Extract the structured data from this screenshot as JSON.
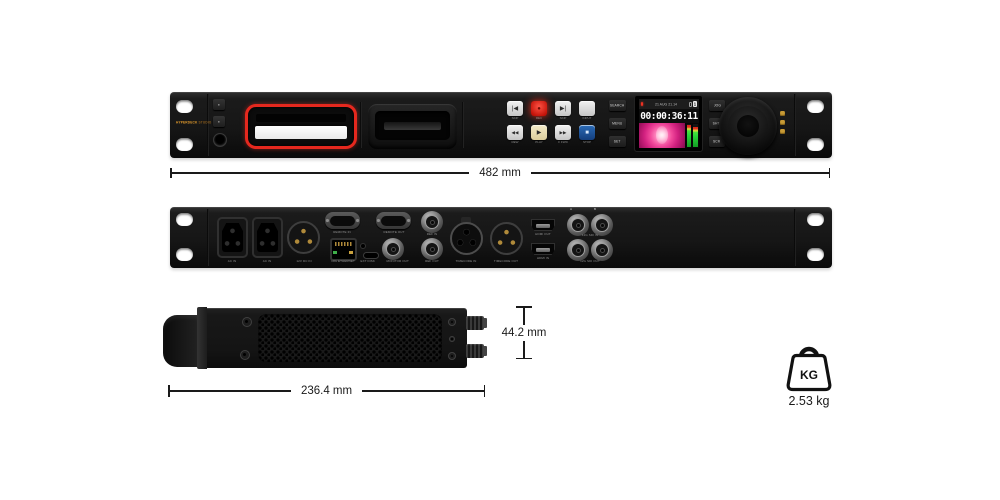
{
  "front": {
    "brand_1": "HYPERDECK",
    "brand_2": "STUDIO",
    "transport": [
      {
        "label": "SKIP",
        "glyph": "|◀"
      },
      {
        "label": "REC",
        "glyph": "●"
      },
      {
        "label": "SKIP",
        "glyph": "▶|"
      },
      {
        "label": "INPUT",
        "glyph": ""
      },
      {
        "label": "REW",
        "glyph": "◀◀"
      },
      {
        "label": "PLAY",
        "glyph": "▶"
      },
      {
        "label": "F FWD",
        "glyph": "▶▶"
      },
      {
        "label": "STOP",
        "glyph": "■"
      }
    ],
    "menu_buttons": [
      {
        "label": "SEARCH"
      },
      {
        "label": "MENU"
      },
      {
        "label": "SET"
      }
    ],
    "wheel_buttons": [
      {
        "label": "JOG"
      },
      {
        "label": "SHTL"
      },
      {
        "label": "SCR"
      }
    ],
    "lcd": {
      "status_text": "21 AUG 21.14",
      "card_badge": "1",
      "timecode": "00:00:36:11"
    }
  },
  "rear": {
    "labels": {
      "ac1": "AC IN",
      "ac2": "AC IN",
      "dc": "12V DC IN",
      "remote_in": "REMOTE IN",
      "ethernet": "10G ETHERNET",
      "usb": "EXT DISK",
      "remote_out": "REMOTE OUT",
      "monitor_out": "MONITOR OUT",
      "ref_in": "REF IN",
      "ref_out": "REF OUT",
      "tc_in": "TIMECODE IN",
      "tc_out": "TIMECODE OUT",
      "hdmi_out": "HDMI OUT",
      "hdmi_in": "HDMI IN",
      "sdi_in": "12G SDI IN",
      "sdi_out": "12G SDI OUT",
      "mark_a": "A",
      "mark_b": "B"
    }
  },
  "dimensions": {
    "width": "482 mm",
    "depth": "236.4 mm",
    "height": "44.2 mm"
  },
  "weight": {
    "unit_label": "KG",
    "value": "2.53 kg"
  },
  "colors": {
    "slot_ring_red": "#e6281e",
    "rec_red": "#d61c10",
    "play_cream": "#efe3bd",
    "stop_blue": "#1c4f97",
    "meter_green": "#2bd63a",
    "lcd_pink": "#e8358c",
    "gold": "#c79a35"
  }
}
